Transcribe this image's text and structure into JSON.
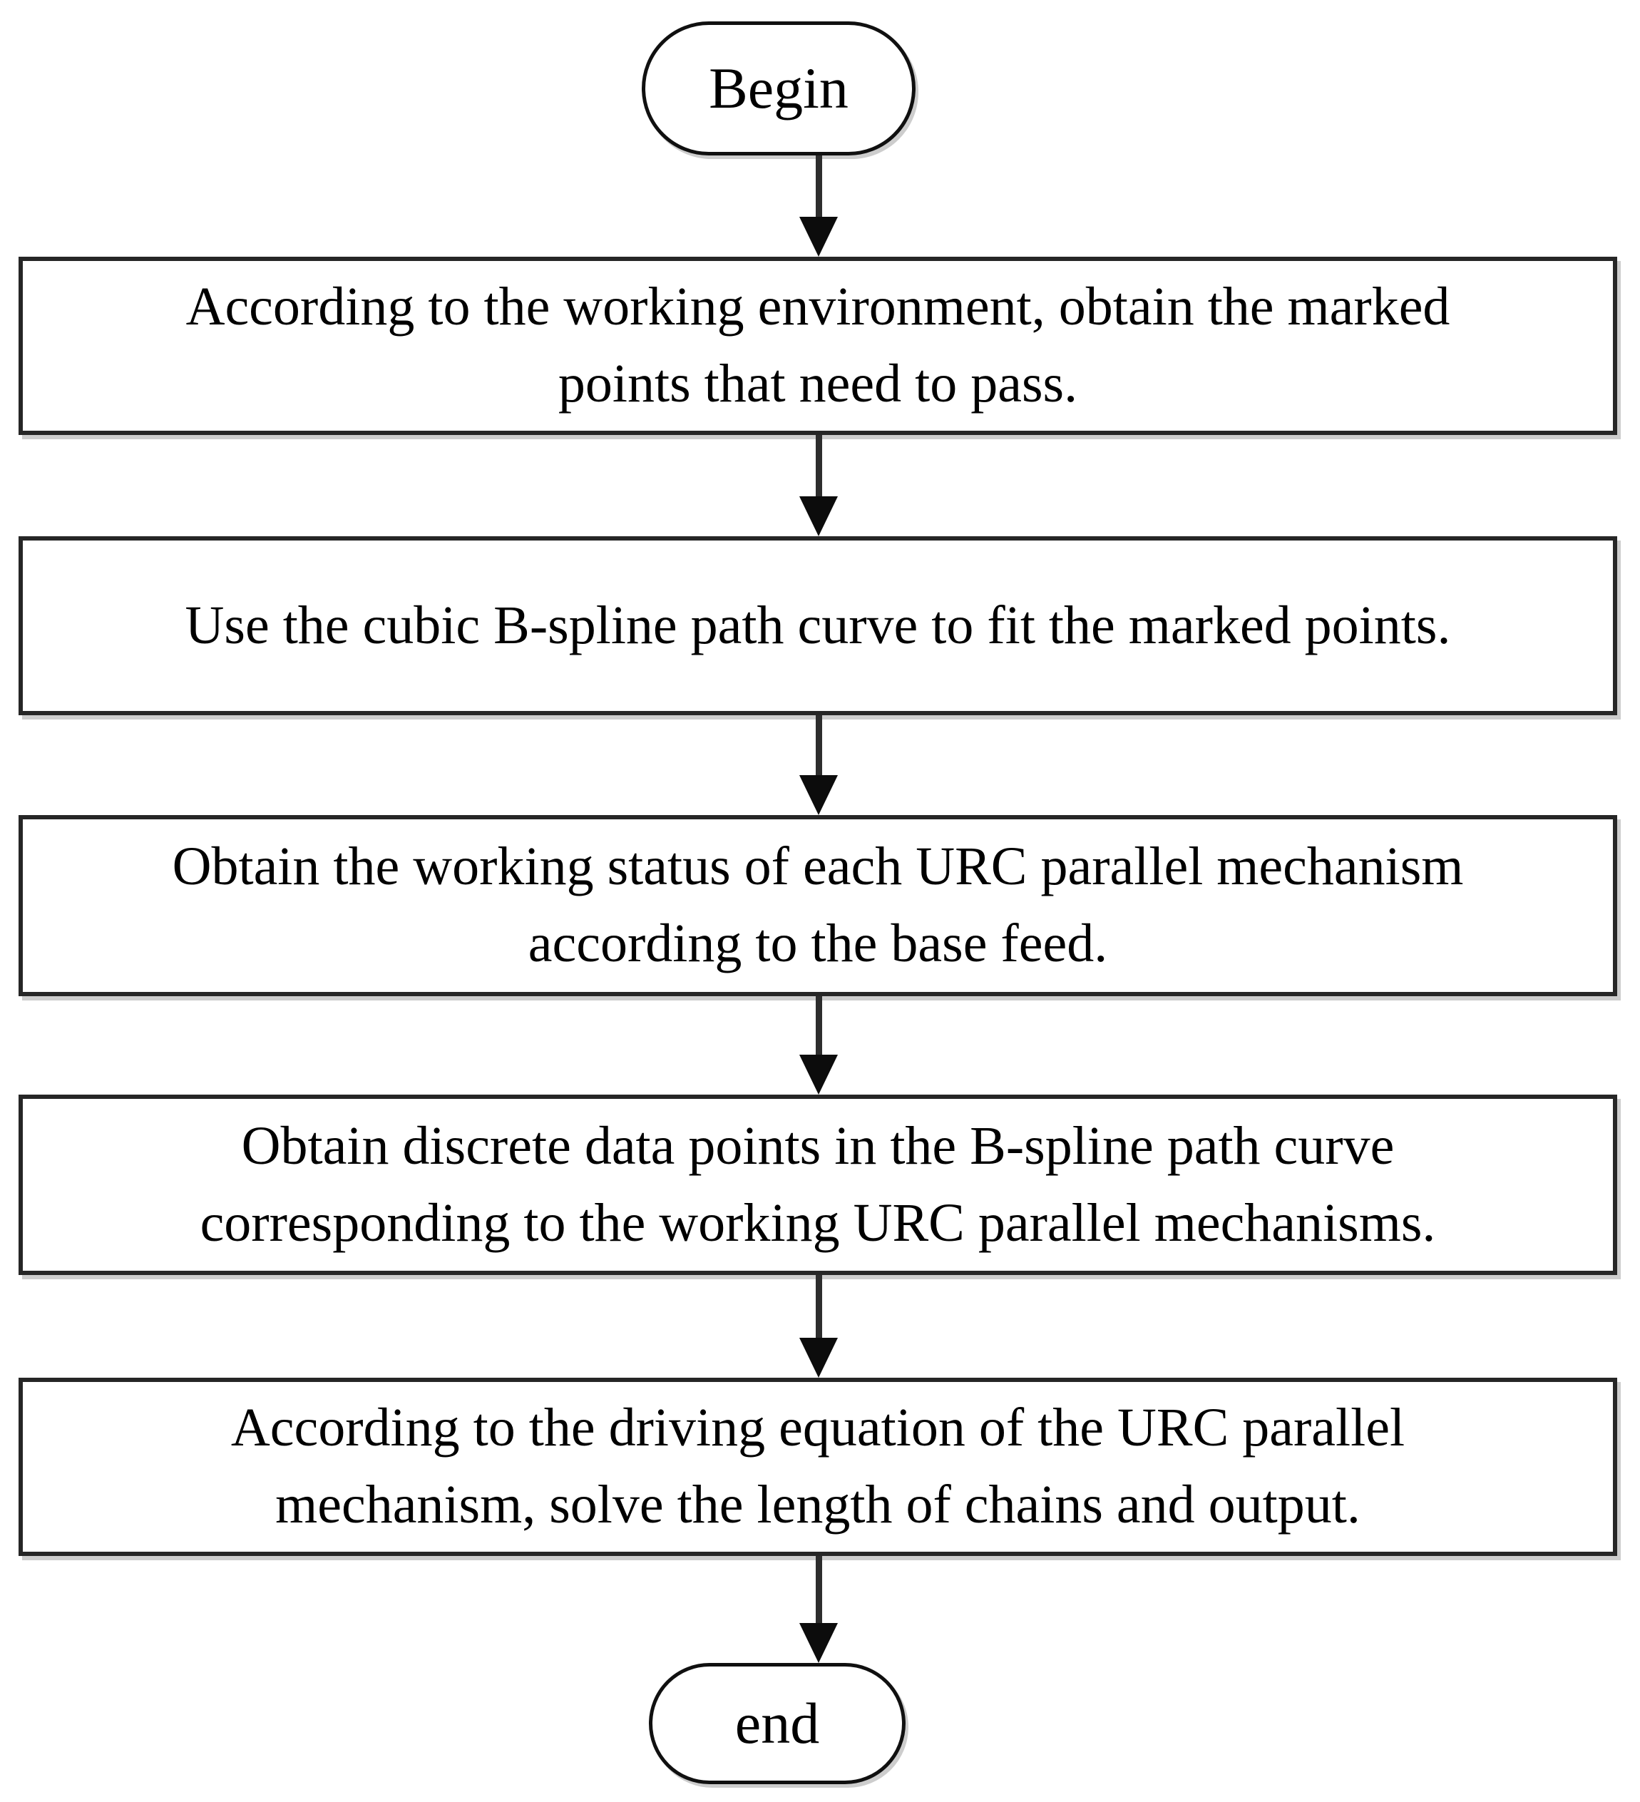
{
  "figure": {
    "type": "flowchart",
    "background": "#ffffff",
    "stroke_color": "#1c1c1c",
    "text_color": "#000000",
    "nodes": {
      "start": {
        "shape": "terminator",
        "label": "Begin"
      },
      "steps": [
        {
          "shape": "process",
          "label": "According to the working environment, obtain the marked points that need to pass.",
          "lines": [
            "According to the working environment, obtain the marked",
            "points that need to pass."
          ]
        },
        {
          "shape": "process",
          "label": "Use the cubic B-spline path curve to fit the marked points.",
          "lines": [
            "Use the cubic B-spline path curve to fit the marked points."
          ]
        },
        {
          "shape": "process",
          "label": "Obtain the working status of each URC parallel mechanism according to the base feed.",
          "lines": [
            "Obtain the working status of each URC parallel mechanism",
            "according to the base feed."
          ]
        },
        {
          "shape": "process",
          "label": "Obtain discrete data points in the B-spline path curve corresponding to the working URC parallel mechanisms.",
          "lines": [
            "Obtain discrete data points in the B-spline path curve",
            "corresponding to the working URC parallel mechanisms."
          ]
        },
        {
          "shape": "process",
          "label": "According to the driving equation of the URC parallel mechanism, solve the length of chains and output.",
          "lines": [
            "According to the driving equation of the URC parallel",
            "mechanism, solve the length of chains and output."
          ]
        }
      ],
      "end": {
        "shape": "terminator",
        "label": "end"
      }
    },
    "edges": [
      {
        "from": "start",
        "to": "step-1"
      },
      {
        "from": "step-1",
        "to": "step-2"
      },
      {
        "from": "step-2",
        "to": "step-3"
      },
      {
        "from": "step-3",
        "to": "step-4"
      },
      {
        "from": "step-4",
        "to": "step-5"
      },
      {
        "from": "step-5",
        "to": "end"
      }
    ]
  }
}
